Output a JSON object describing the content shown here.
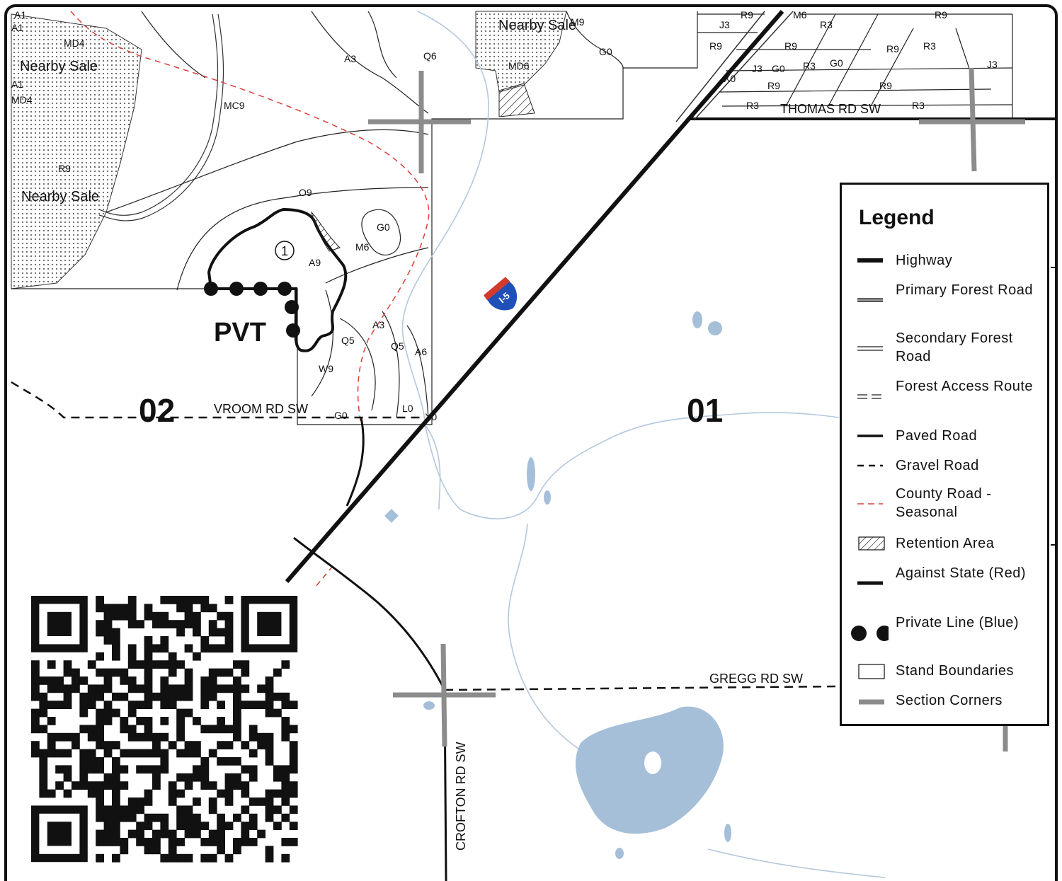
{
  "labels": {
    "nearby_sale": "Nearby Sale",
    "section_02": "02",
    "section_01": "01",
    "pvt": "PVT",
    "stand_number": "1",
    "interstate_shield": "I-5"
  },
  "roads": {
    "vroom": "VROOM RD SW",
    "thomas": "THOMAS RD SW",
    "gregg": "GREGG RD SW",
    "crofton": "CROFTON RD SW"
  },
  "stand_codes": {
    "a1a": "A1",
    "a1b": "A1",
    "a1c": "A1",
    "md4a": "MD4",
    "md4b": "MD4",
    "mc9": "MC9",
    "r9a": "R9",
    "a3a": "A3",
    "q6": "Q6",
    "o9": "O9",
    "g0a": "G0",
    "m6a": "M6",
    "a9": "A9",
    "q5a": "Q5",
    "a3b": "A3",
    "q5b": "Q5",
    "a6": "A6",
    "w9": "W9",
    "g0b": "G0",
    "l0": "L0",
    "x0a": "X0",
    "m9": "M9",
    "md6": "MD6",
    "g0c": "G0",
    "j3a": "J3",
    "r9b": "R9",
    "m6b": "M6",
    "r3a": "R3",
    "r9c": "R9",
    "r9d": "R9",
    "r9e": "R9",
    "r3b": "R3",
    "g0d": "G0",
    "g0e": "G0",
    "j3b": "J3",
    "x0b": "X0",
    "r9f": "R9",
    "r9g": "R9",
    "r9h": "R9",
    "r3c": "R3",
    "r3d": "R3",
    "r3e": "R3",
    "j3c": "J3"
  },
  "legend": {
    "title": "Legend",
    "items": [
      {
        "label": "Highway"
      },
      {
        "label": "Primary Forest Road"
      },
      {
        "label": "Secondary Forest Road"
      },
      {
        "label": "Forest Access Route"
      },
      {
        "label": "Paved Road"
      },
      {
        "label": "Gravel Road"
      },
      {
        "label": "County Road - Seasonal"
      },
      {
        "label": "Retention Area"
      },
      {
        "label": "Against State (Red)"
      },
      {
        "label": "Private Line (Blue)"
      },
      {
        "label": "Stand Boundaries"
      },
      {
        "label": "Section Corners"
      }
    ]
  },
  "colors": {
    "water": "#a6bfd9",
    "stream": "#b3c8de",
    "county_road": "#d9403a",
    "section_corner": "#8c8c8c",
    "ink": "#111111"
  },
  "icons": {
    "qr": "qr-code-icon",
    "shield": "interstate-shield-icon"
  }
}
